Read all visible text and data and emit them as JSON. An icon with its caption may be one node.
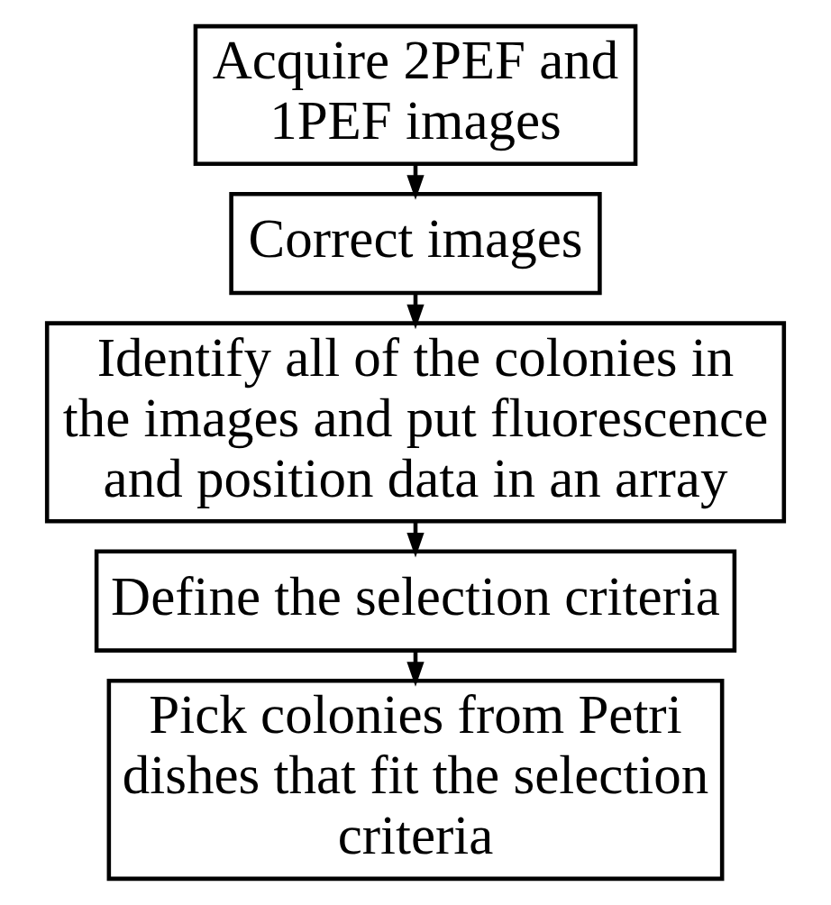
{
  "diagram": {
    "nodes": [
      {
        "text": [
          "Acquire 2PEF and 1PEF images"
        ]
      },
      {
        "text": [
          "Correct images"
        ]
      },
      {
        "text": [
          "Identify all of the colonies in the images and put fluorescence and position data in an array"
        ]
      },
      {
        "text": [
          "Define the selection criteria"
        ]
      },
      {
        "text": [
          "Pick colonies from Petri dishes that fit the selection criteria"
        ]
      }
    ],
    "edges": [
      {
        "from": 0,
        "to": 1,
        "arrow": "to"
      },
      {
        "from": 1,
        "to": 2,
        "arrow": "to"
      },
      {
        "from": 2,
        "to": 3,
        "arrow": "to"
      },
      {
        "from": 3,
        "to": 4,
        "arrow": "to"
      }
    ]
  }
}
